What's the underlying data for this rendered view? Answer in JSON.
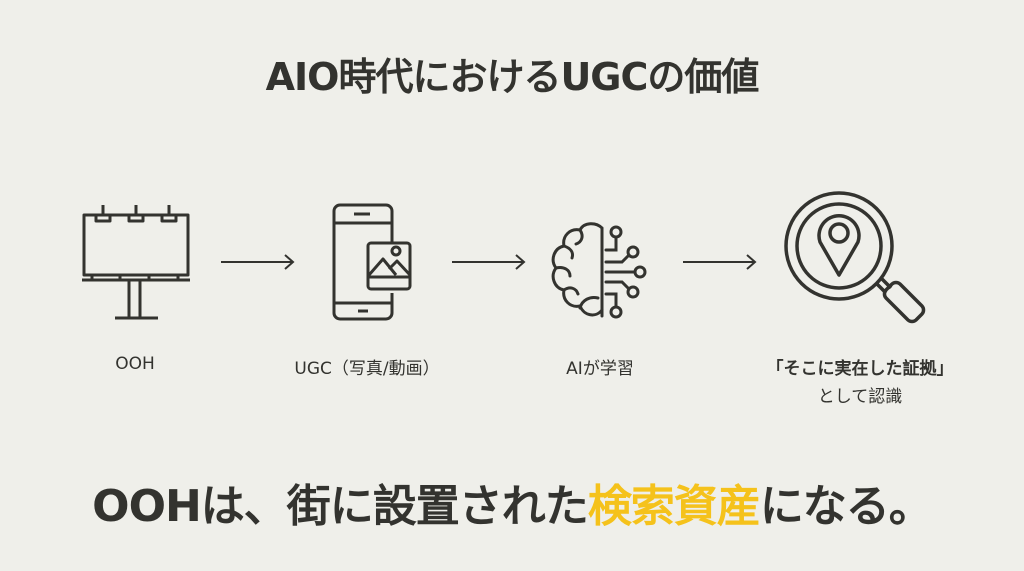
{
  "title": "AIO時代におけるUGCの価値",
  "flow": {
    "steps": [
      {
        "icon": "billboard-icon",
        "label": "OOH"
      },
      {
        "icon": "smartphone-photo-icon",
        "label": "UGC（写真/動画）"
      },
      {
        "icon": "ai-brain-icon",
        "label": "AIが学習"
      },
      {
        "icon": "location-search-icon",
        "label_line1": "「そこに実在した証拠」",
        "label_line2": "として認識"
      }
    ],
    "arrow": "right-arrow-icon"
  },
  "headline": {
    "before": "OOHは、街に設置された",
    "highlight": "検索資産",
    "after": "になる。"
  },
  "colors": {
    "background": "#efefea",
    "text": "#33332f",
    "highlight": "#f5c21b"
  }
}
